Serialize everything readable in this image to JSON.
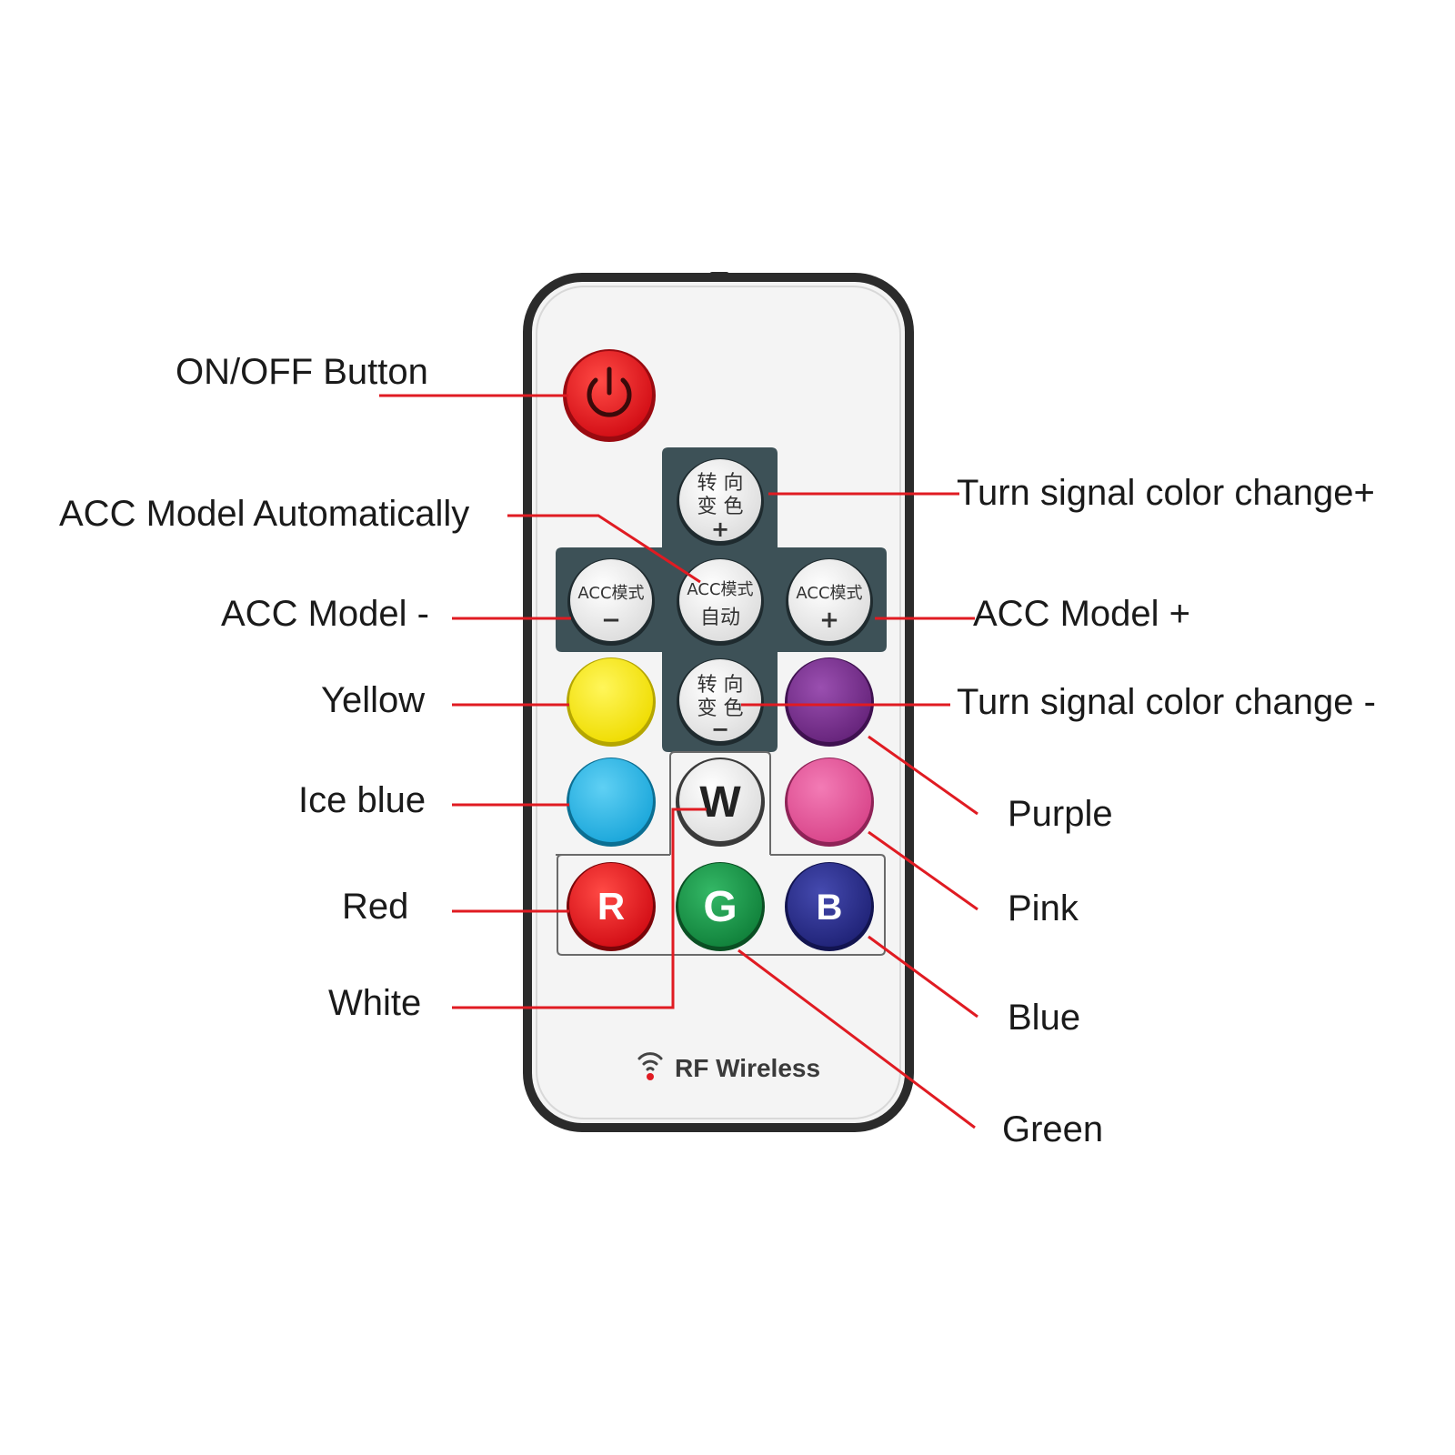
{
  "labels": {
    "on_off": "ON/OFF Button",
    "acc_auto": "ACC Model Automatically",
    "acc_minus": "ACC Model -",
    "yellow": "Yellow",
    "ice_blue": "Ice blue",
    "red": "Red",
    "white": "White",
    "turn_plus": "Turn signal color change+",
    "acc_plus": "ACC Model +",
    "turn_minus": "Turn signal color change -",
    "purple": "Purple",
    "pink": "Pink",
    "blue": "Blue",
    "green": "Green"
  },
  "buttons": {
    "turn_plus": {
      "line1": "转 向",
      "line2": "变 色",
      "line3": "+"
    },
    "acc_minus": {
      "line1": "ACC模式",
      "line2": "−"
    },
    "acc_auto": {
      "line1": "ACC模式",
      "line2": "自动"
    },
    "acc_plus": {
      "line1": "ACC模式",
      "line2": "+"
    },
    "turn_minus": {
      "line1": "转 向",
      "line2": "变 色",
      "line3": "−"
    },
    "white": "W",
    "red": "R",
    "green": "G",
    "blue": "B"
  },
  "footer": {
    "rf_label": "RF Wireless"
  },
  "colors": {
    "leader": "#e01b22",
    "power": "#e8141c",
    "yellow": "#f7e80a",
    "ice_blue": "#2ab8e8",
    "purple": "#7a2f8e",
    "pink": "#e5589a",
    "red": "#e8141c",
    "green": "#1a9a4a",
    "blue": "#2b2f8f",
    "panel": "#3d5157",
    "white_button": "#f2f2f2"
  }
}
